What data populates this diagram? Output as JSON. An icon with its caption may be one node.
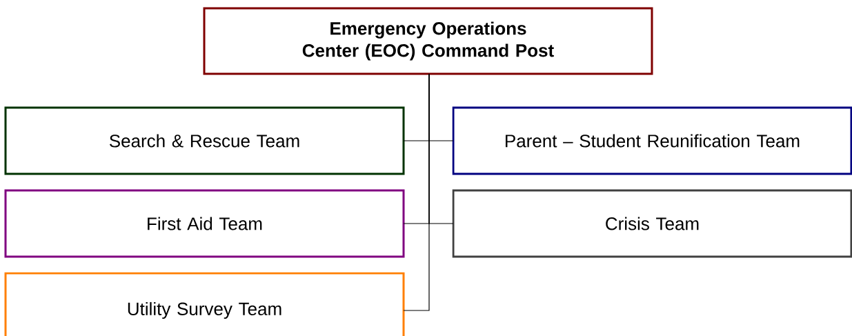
{
  "diagram": {
    "nodes": [
      {
        "text": [
          "Emergency Operations Center (EOC) Command Post"
        ]
      },
      {
        "text": [
          "Search & Rescue Team"
        ]
      },
      {
        "text": [
          "Parent – Student Reunification Team"
        ]
      },
      {
        "text": [
          "First Aid Team"
        ]
      },
      {
        "text": [
          "Crisis Team"
        ]
      },
      {
        "text": [
          "Utility Survey Team"
        ]
      }
    ],
    "edges": [
      {
        "from": 0,
        "to": 1,
        "arrow": "none"
      },
      {
        "from": 0,
        "to": 2,
        "arrow": "none"
      },
      {
        "from": 0,
        "to": 3,
        "arrow": "none"
      },
      {
        "from": 0,
        "to": 4,
        "arrow": "none"
      },
      {
        "from": 0,
        "to": 5,
        "arrow": "none"
      }
    ]
  }
}
